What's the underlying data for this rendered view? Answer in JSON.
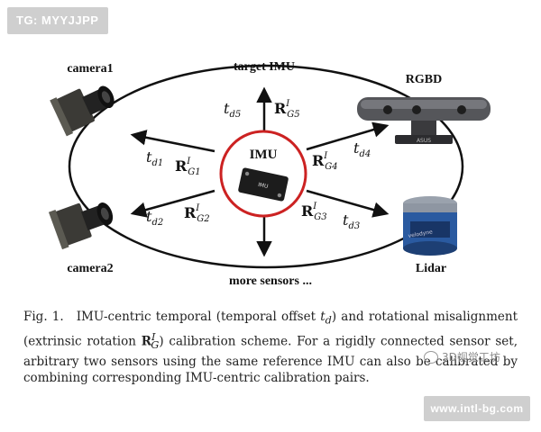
{
  "badges": {
    "top": "TG: MYYJJPP",
    "bottom": "www.intl-bg.com"
  },
  "figure": {
    "center_label": "IMU",
    "sensors": {
      "top": "target IMU",
      "top_left": "camera1",
      "top_right": "RGBD",
      "bottom_left": "camera2",
      "bottom_right": "Lidar",
      "bottom": "more sensors ..."
    },
    "edges": {
      "top": {
        "t": "t",
        "t_sub": "d5",
        "R": "R",
        "R_sup": "I",
        "R_sub": "G5"
      },
      "top_left": {
        "t": "t",
        "t_sub": "d1",
        "R": "R",
        "R_sup": "I",
        "R_sub": "G1"
      },
      "top_right": {
        "t": "t",
        "t_sub": "d4",
        "R": "R",
        "R_sup": "I",
        "R_sub": "G4"
      },
      "bottom_left": {
        "t": "t",
        "t_sub": "d2",
        "R": "R",
        "R_sup": "I",
        "R_sub": "G2"
      },
      "bottom_right": {
        "t": "t",
        "t_sub": "d3",
        "R": "R",
        "R_sup": "I",
        "R_sub": "G3"
      }
    },
    "device_labels": {
      "imu_chip": "IMU",
      "lidar_brand": "velodyne",
      "rgbd_brand": "ASUS"
    }
  },
  "caption": {
    "fig_no": "Fig. 1.",
    "part1": "IMU-centric temporal (temporal offset ",
    "td": "t",
    "td_sub": "d",
    "part2": ") and rotational misalignment (extrinsic rotation ",
    "R": "R",
    "R_sup": "I",
    "R_sub": "G",
    "part3": ") calibration scheme. For a rigidly connected sensor set, arbitrary two sensors using the same reference IMU can also be calibrated by combining corresponding IMU-centric calibration pairs."
  },
  "watermark": "3D视觉工坊",
  "colors": {
    "imu_ring": "#cc2222",
    "badge": "#cfcfcf",
    "lidar_blue": "#2a5aa0"
  }
}
